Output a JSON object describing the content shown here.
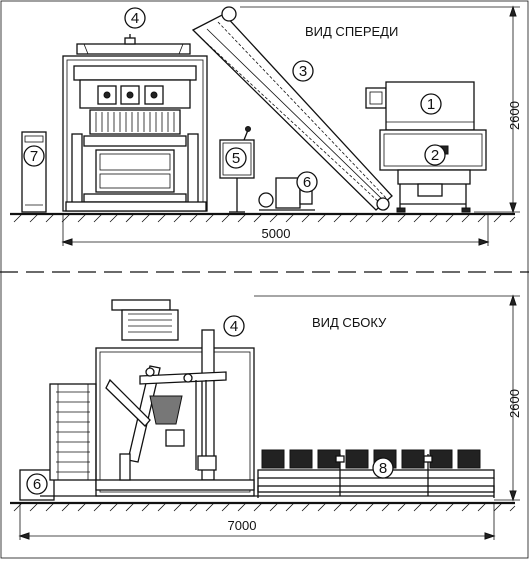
{
  "views": {
    "front": {
      "title": "ВИД СПЕРЕДИ",
      "width_dim": "5000",
      "height_dim": "2600"
    },
    "side": {
      "title": "ВИД СБОКУ",
      "width_dim": "7000",
      "height_dim": "2600"
    }
  },
  "callouts": {
    "front": [
      "1",
      "2",
      "3",
      "4",
      "5",
      "6",
      "7"
    ],
    "side": [
      "4",
      "6",
      "8"
    ]
  }
}
